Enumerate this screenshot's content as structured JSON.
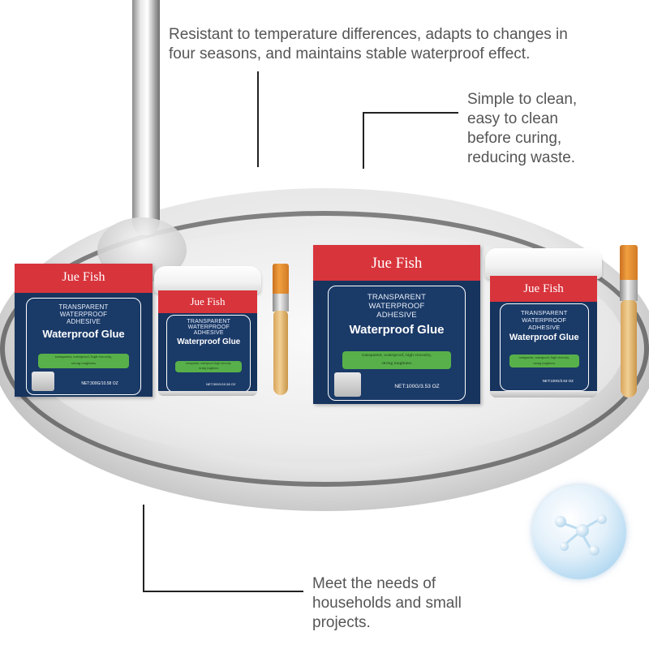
{
  "callouts": {
    "temperature": [
      "Resistant to temperature differences, adapts to changes in",
      "four seasons, and maintains stable waterproof effect."
    ],
    "clean": [
      "Simple to clean,",
      "easy to clean",
      "before curing,",
      "reducing waste."
    ],
    "needs": [
      "Meet the needs of",
      "households and small",
      "projects."
    ]
  },
  "product": {
    "brand": "Jue Fish",
    "label_lines": [
      "TRANSPARENT",
      "WATERPROOF",
      "ADHESIVE"
    ],
    "title": "Waterproof Glue",
    "tagline_lines": [
      "transparent, waterproof, high viscosity,",
      "strong toughness"
    ],
    "net_left_box": "NET:300G/10.58 OZ",
    "net_left_jar": "NET:300G/10.58 OZ",
    "net_right_box": "NET:100G/3.53 OZ",
    "net_right_jar": "NET:100G/3.53 OZ"
  },
  "icons": {
    "molecule": "molecule-bubble-icon",
    "brush": "paint-brush-icon"
  },
  "colors": {
    "box_blue": "#17345e",
    "brand_red": "#d8343c",
    "band_green": "#58b04a",
    "callout_text": "#555555"
  }
}
